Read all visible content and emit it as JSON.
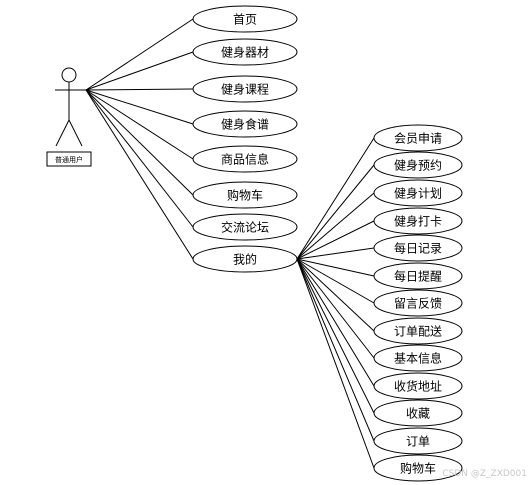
{
  "actor": {
    "label": "普通用户"
  },
  "main_use_cases": [
    "首页",
    "健身器材",
    "健身课程",
    "健身食谱",
    "商品信息",
    "购物车",
    "交流论坛",
    "我的"
  ],
  "my_sub_use_cases": [
    "会员申请",
    "健身预约",
    "健身计划",
    "健身打卡",
    "每日记录",
    "每日提醒",
    "留言反馈",
    "订单配送",
    "基本信息",
    "收货地址",
    "收藏",
    "订单",
    "购物车"
  ],
  "watermark": "CSDN @Z_ZXD001"
}
